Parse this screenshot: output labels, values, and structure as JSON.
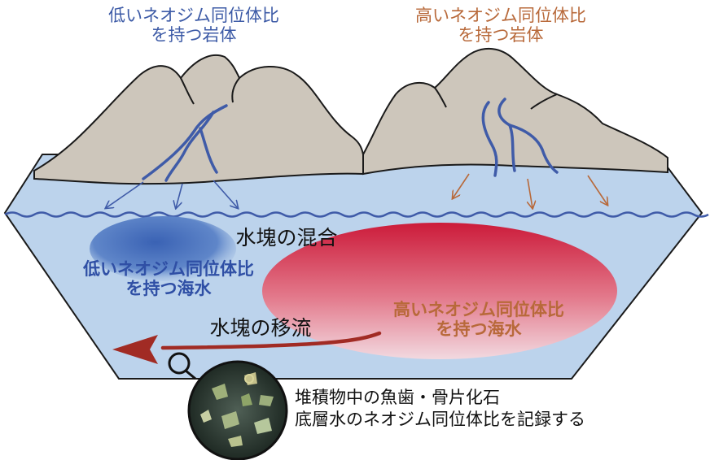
{
  "labels": {
    "rock_low": "低いネオジム同位体比\nを持つ岩体",
    "rock_high": "高いネオジム同位体比\nを持つ岩体",
    "mixing": "水塊の混合",
    "sea_low": "低いネオジム同位体比\nを持つ海水",
    "sea_high": "高いネオジム同位体比\nを持つ海水",
    "flow": "水塊の移流",
    "fossil_line1": "堆積物中の魚歯・骨片化石",
    "fossil_line2": "底層水のネオジム同位体比を記録する"
  },
  "colors": {
    "rock": "#cdc6bb",
    "seawater": "#bcd3ec",
    "low_water": "#3f68b8",
    "high_water": "#cc1b3a",
    "low_text": "#3c5aa6",
    "high_text": "#b8693a",
    "river": "#3f5ba8",
    "flow_arrow": "#a12b24"
  },
  "icons": {
    "fossil_sample": "magnifier-circle-icon"
  }
}
